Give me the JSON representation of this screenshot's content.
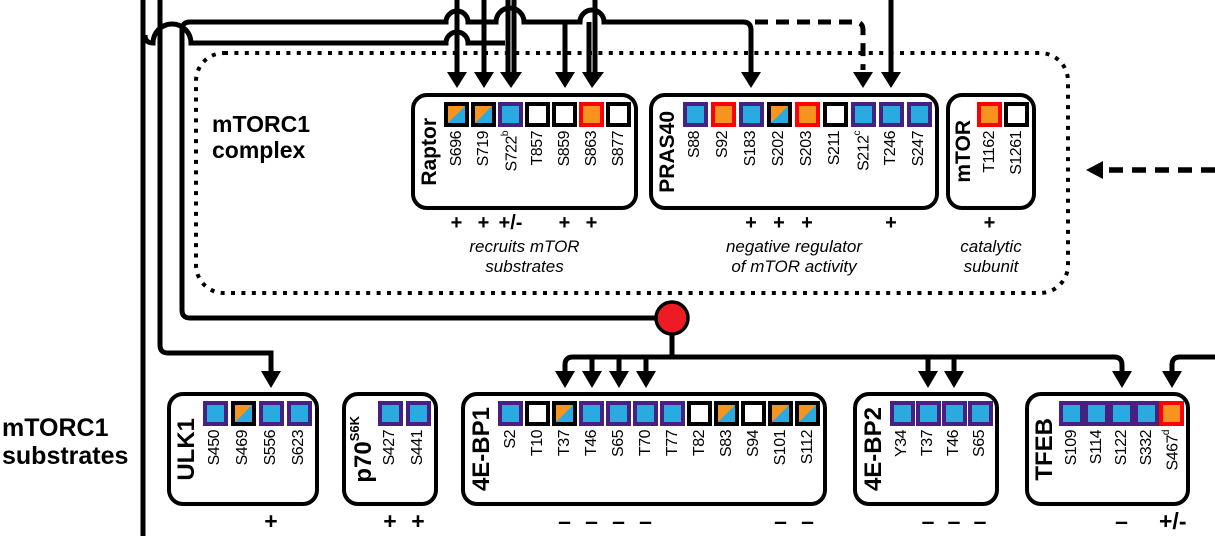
{
  "colors": {
    "site_blue": "#29ABE2",
    "site_purple": "#46217F",
    "site_orange": "#F7941E",
    "site_red": "#FF0000",
    "node_red": "#ED1C24",
    "line_black": "#000000"
  },
  "labels": {
    "complex_line1": "mTORC1",
    "complex_line2": "complex",
    "substrates_line1": "mTORC1",
    "substrates_line2": "substrates"
  },
  "proteins": [
    {
      "key": "raptor",
      "name": "Raptor",
      "group": "complex",
      "caption_line1": "recruits mTOR",
      "caption_line2": "substrates",
      "sites": [
        {
          "label": "S696",
          "type": "diag",
          "effect": "+"
        },
        {
          "label": "S719",
          "type": "diag",
          "effect": "+"
        },
        {
          "label": "S722",
          "sup": "b",
          "type": "blue",
          "effect": "+/-"
        },
        {
          "label": "T857",
          "type": "white",
          "effect": ""
        },
        {
          "label": "S859",
          "type": "white",
          "effect": "+"
        },
        {
          "label": "S863",
          "type": "orange",
          "effect": "+"
        },
        {
          "label": "S877",
          "type": "white",
          "effect": ""
        }
      ]
    },
    {
      "key": "pras40",
      "name": "PRAS40",
      "group": "complex",
      "caption_line1": "negative regulator",
      "caption_line2": "of mTOR activity",
      "sites": [
        {
          "label": "S88",
          "type": "blue",
          "effect": ""
        },
        {
          "label": "S92",
          "type": "orange",
          "effect": ""
        },
        {
          "label": "S183",
          "type": "blue",
          "effect": "+"
        },
        {
          "label": "S202",
          "type": "diag",
          "effect": "+"
        },
        {
          "label": "S203",
          "type": "orange",
          "effect": "+"
        },
        {
          "label": "S211",
          "type": "white",
          "effect": ""
        },
        {
          "label": "S212",
          "sup": "c",
          "type": "blue",
          "effect": ""
        },
        {
          "label": "T246",
          "type": "blue",
          "effect": "+"
        },
        {
          "label": "S247",
          "type": "blue",
          "effect": ""
        }
      ]
    },
    {
      "key": "mtor",
      "name": "mTOR",
      "group": "complex",
      "caption_line1": "catalytic",
      "caption_line2": "subunit",
      "sites": [
        {
          "label": "T1162",
          "type": "orange",
          "effect": "+"
        },
        {
          "label": "S1261",
          "type": "white",
          "effect": ""
        }
      ]
    },
    {
      "key": "ulk1",
      "name": "ULK1",
      "group": "sub",
      "sites": [
        {
          "label": "S450",
          "type": "blue",
          "effect": ""
        },
        {
          "label": "S469",
          "type": "diag",
          "effect": ""
        },
        {
          "label": "S556",
          "type": "blue",
          "effect": "+"
        },
        {
          "label": "S623",
          "type": "blue",
          "effect": ""
        }
      ]
    },
    {
      "key": "p70s6k",
      "name": "p70",
      "name_sup": "S6K",
      "group": "sub",
      "sites": [
        {
          "label": "S427",
          "type": "blue",
          "effect": "+"
        },
        {
          "label": "S441",
          "type": "blue",
          "effect": "+"
        }
      ]
    },
    {
      "key": "4ebp1",
      "name": "4E-BP1",
      "group": "sub",
      "sites": [
        {
          "label": "S2",
          "type": "blue",
          "effect": ""
        },
        {
          "label": "T10",
          "type": "white",
          "effect": ""
        },
        {
          "label": "T37",
          "type": "diag",
          "effect": "–"
        },
        {
          "label": "T46",
          "type": "blue",
          "effect": "–"
        },
        {
          "label": "S65",
          "type": "blue",
          "effect": "–"
        },
        {
          "label": "T70",
          "type": "blue",
          "effect": "–"
        },
        {
          "label": "T77",
          "type": "blue",
          "effect": ""
        },
        {
          "label": "T82",
          "type": "white",
          "effect": ""
        },
        {
          "label": "S83",
          "type": "diag",
          "effect": ""
        },
        {
          "label": "S94",
          "type": "white",
          "effect": ""
        },
        {
          "label": "S101",
          "type": "diag",
          "effect": "–"
        },
        {
          "label": "S112",
          "type": "diag",
          "effect": "–"
        }
      ]
    },
    {
      "key": "4ebp2",
      "name": "4E-BP2",
      "group": "sub",
      "sites": [
        {
          "label": "Y34",
          "type": "blue",
          "effect": ""
        },
        {
          "label": "T37",
          "type": "blue",
          "effect": "–"
        },
        {
          "label": "T46",
          "type": "blue",
          "effect": "–"
        },
        {
          "label": "S65",
          "type": "blue",
          "effect": "–"
        }
      ]
    },
    {
      "key": "tfeb",
      "name": "TFEB",
      "group": "sub",
      "sites": [
        {
          "label": "S109",
          "type": "blue",
          "effect": ""
        },
        {
          "label": "S114",
          "type": "blue",
          "effect": ""
        },
        {
          "label": "S122",
          "type": "blue",
          "effect": "–"
        },
        {
          "label": "S332",
          "type": "blue",
          "effect": ""
        },
        {
          "label": "S467",
          "sup": "d",
          "type": "orange",
          "effect": "+/-"
        }
      ]
    }
  ]
}
